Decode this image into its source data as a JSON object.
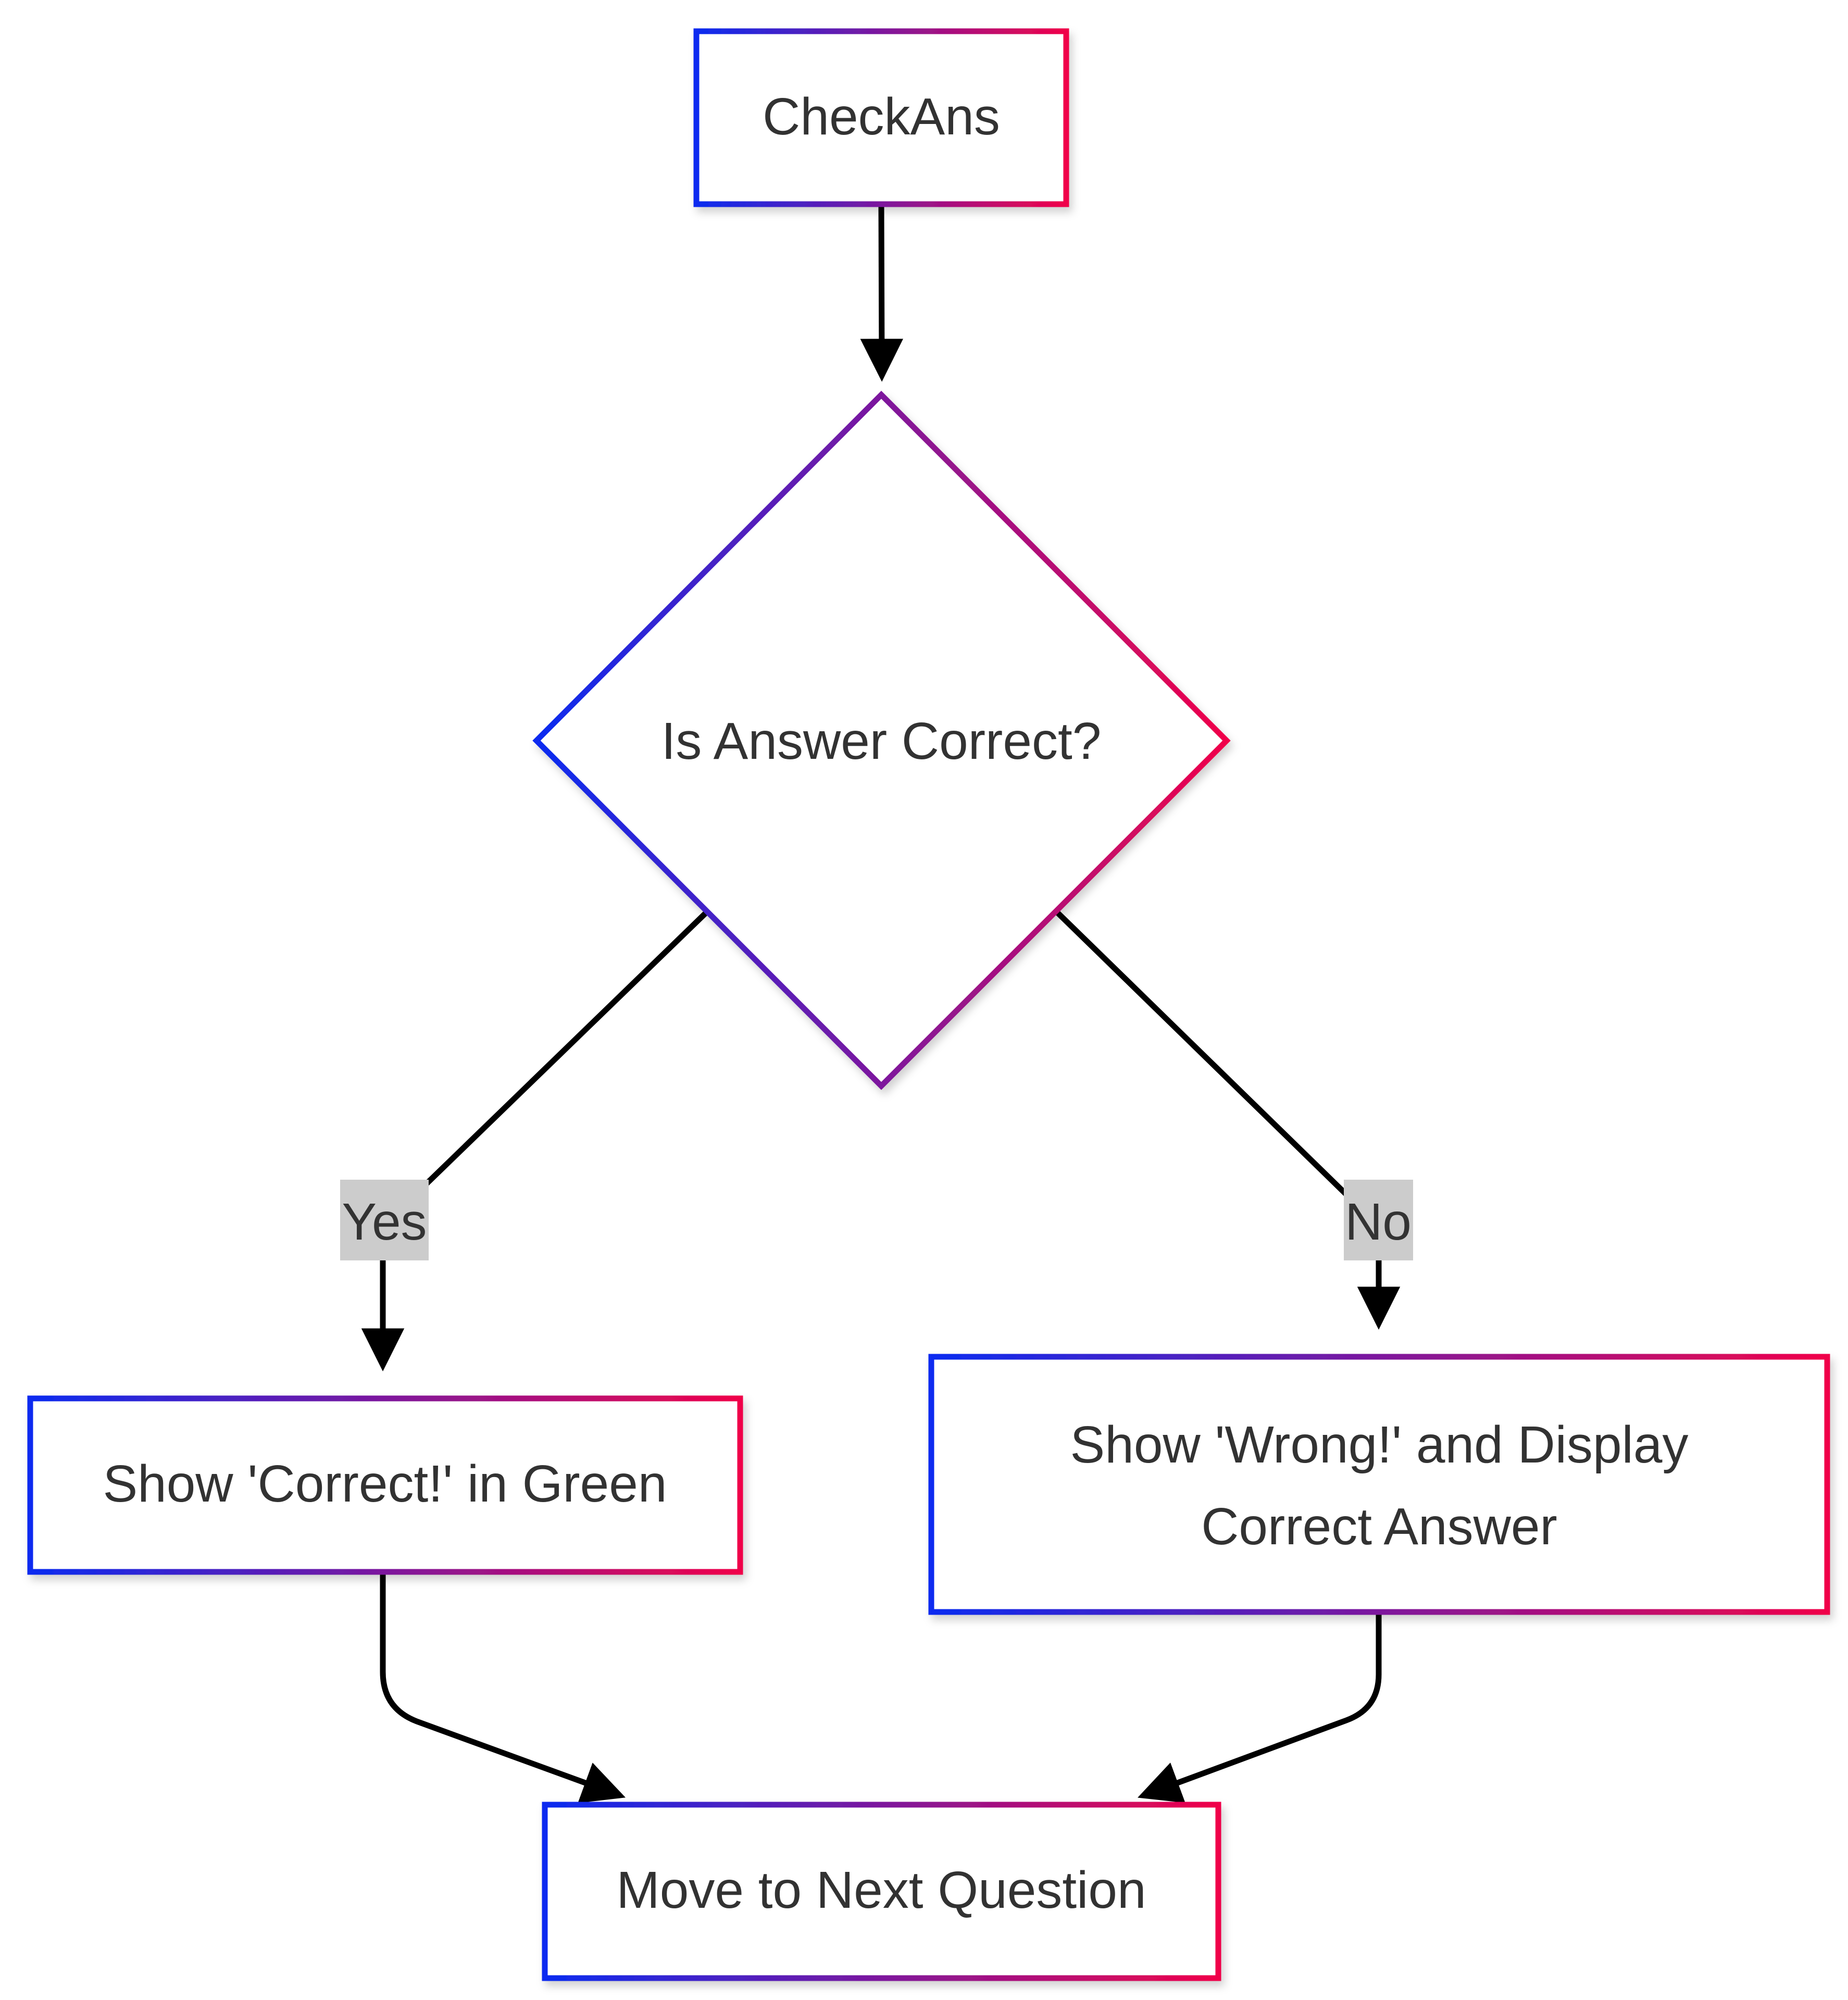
{
  "diagram": {
    "colors": {
      "gradient_start": "#0a2cf0",
      "gradient_end": "#f0034a",
      "edge": "#000000",
      "text": "#333333",
      "edge_label_bg": "#cccccc",
      "background": "#ffffff"
    },
    "nodes": {
      "check_ans": {
        "label": "CheckAns",
        "shape": "rectangle"
      },
      "is_correct": {
        "label": "Is Answer Correct?",
        "shape": "diamond"
      },
      "show_correct": {
        "label": "Show 'Correct!' in Green",
        "shape": "rectangle"
      },
      "show_wrong": {
        "label_line1": "Show 'Wrong!' and Display",
        "label_line2": "Correct Answer",
        "shape": "rectangle"
      },
      "next_question": {
        "label": "Move to Next Question",
        "shape": "rectangle"
      }
    },
    "edges": {
      "yes_label": "Yes",
      "no_label": "No"
    }
  }
}
